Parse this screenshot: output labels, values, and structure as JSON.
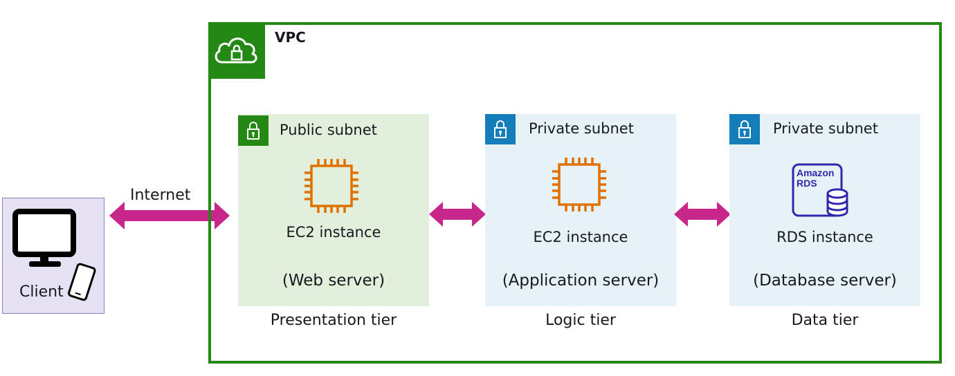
{
  "vpc": {
    "label": "VPC",
    "icon": "cloud-lock-icon",
    "border_color": "#248814"
  },
  "client": {
    "label": "Client",
    "icon": "desktop-mobile-icon"
  },
  "internet": {
    "label": "Internet"
  },
  "arrow_color": "#c7268a",
  "subnets": [
    {
      "label": "Public subnet",
      "badge_color": "#248814",
      "service": "EC2 instance",
      "role": "(Web server)",
      "tier": "Presentation tier",
      "icon": "ec2-chip-icon"
    },
    {
      "label": "Private subnet",
      "badge_color": "#147eba",
      "service": "EC2 instance",
      "role": "(Application server)",
      "tier": "Logic tier",
      "icon": "ec2-chip-icon"
    },
    {
      "label": "Private subnet",
      "badge_color": "#147eba",
      "service": "RDS instance",
      "role": "(Database server)",
      "tier": "Data tier",
      "icon": "rds-icon",
      "icon_text": [
        "Amazon",
        "RDS"
      ]
    }
  ]
}
